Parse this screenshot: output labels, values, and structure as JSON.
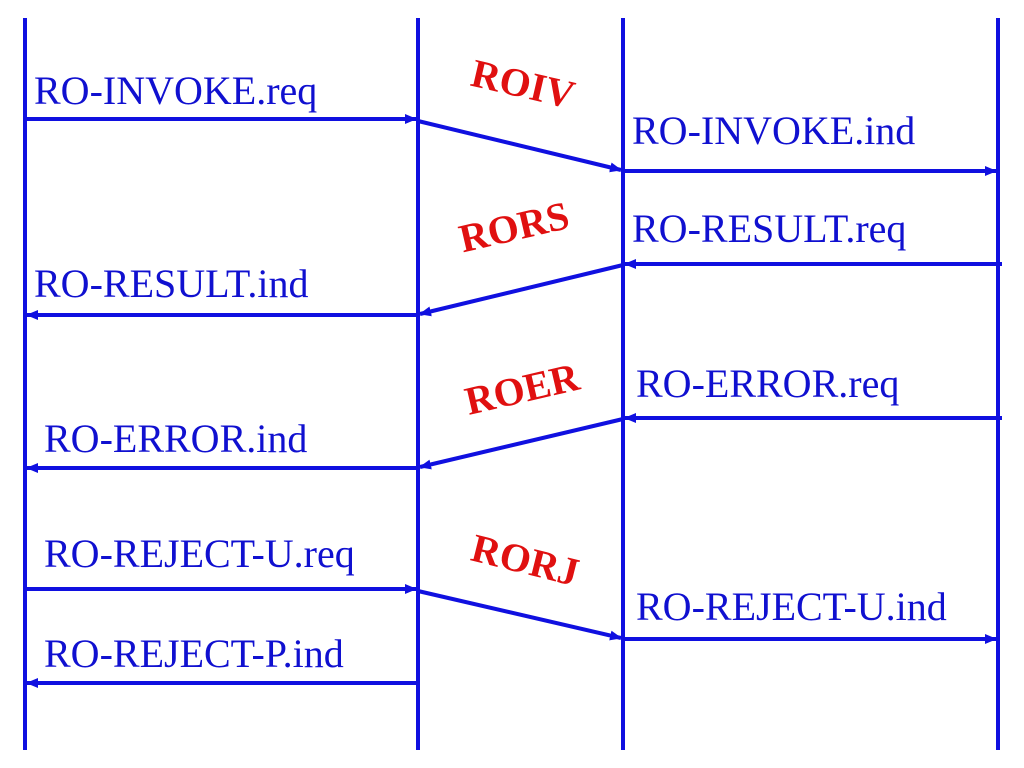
{
  "colors": {
    "background": "#ffffff",
    "line": "#1010e0",
    "primitive_text": "#1010d0",
    "pdu_text": "#e01010"
  },
  "primitives": {
    "invoke_req": "RO-INVOKE.req",
    "invoke_ind": "RO-INVOKE.ind",
    "result_req": "RO-RESULT.req",
    "result_ind": "RO-RESULT.ind",
    "error_req": "RO-ERROR.req",
    "error_ind": "RO-ERROR.ind",
    "reject_u_req": "RO-REJECT-U.req",
    "reject_u_ind": "RO-REJECT-U.ind",
    "reject_p_ind": "RO-REJECT-P.ind"
  },
  "pdus": {
    "roiv": "ROIV",
    "rors": "RORS",
    "roer": "ROER",
    "rorj": "RORJ"
  }
}
